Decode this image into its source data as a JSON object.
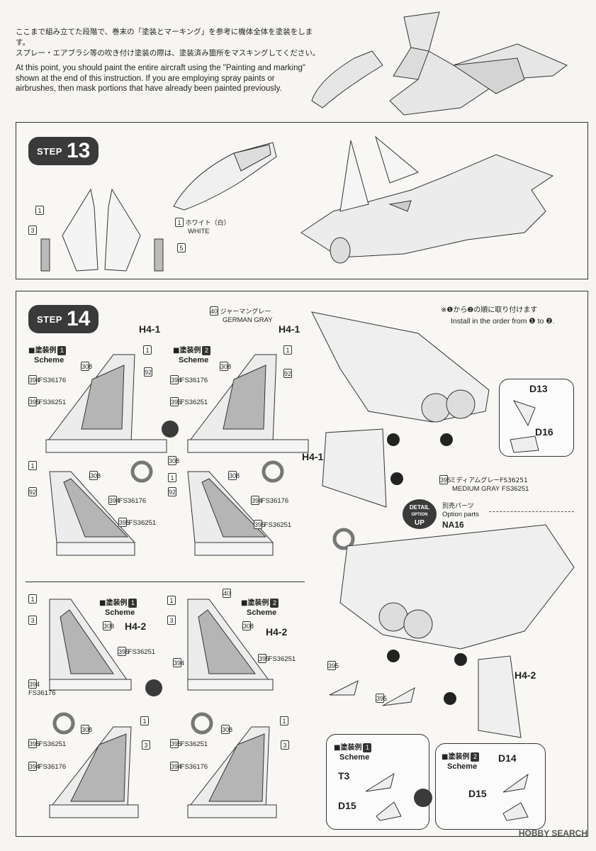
{
  "intro": {
    "jp_line1": "ここまで組み立てた段階で、巻末の「塗装とマーキング」を参考に機体全体を塗装をします。",
    "jp_line2": "スプレー・エアブラシ等の吹き付け塗装の際は、塗装済み箇所をマスキングしてください。",
    "en_line1": "At this point, you should paint the entire aircraft using the \"Painting and marking\"",
    "en_line2": "shown at the end of this instruction. If you are employing spray paints or",
    "en_line3": "airbrushes, then mask portions that have already been painted previously."
  },
  "step13": {
    "step_word": "STEP",
    "step_number": "13",
    "num_1a": "1",
    "num_3": "3",
    "num_1b": "1",
    "num_5": "5",
    "white_jp": "ホワイト（白）",
    "white_en": "WHITE"
  },
  "step14": {
    "step_word": "STEP",
    "step_number": "14",
    "german_gray_num": "40",
    "german_gray_jp": "ジャーマングレー",
    "german_gray_en": "GERMAN GRAY",
    "scheme_jp": "■塗装例",
    "scheme_en": "Scheme",
    "scheme1": "1",
    "scheme2": "2",
    "h41": "H4-1",
    "h42": "H4-2",
    "c308": "308",
    "c394": "394",
    "c395": "395",
    "c1": "1",
    "c92": "92",
    "c3": "3",
    "c40": "40",
    "fs36176": "FS36176",
    "fs36251": "FS36251",
    "order_jp": "※❶から❷の順に取り付けます",
    "order_en": "Install in the order from ❶ to ❷.",
    "d13": "D13",
    "d16": "D16",
    "d14": "D14",
    "d15": "D15",
    "t3": "T3",
    "mg_jp": "ミディアムグレーFS36251",
    "mg_en": "MEDIUM GRAY FS36251",
    "detail_top": "DETAIL",
    "detail_mid": "OPTION",
    "detail_bot": "UP",
    "option_jp": "別売パーツ",
    "option_en": "Option parts",
    "option_code": "NA16"
  },
  "footer": {
    "watermark": "HOBBY SEARCH"
  },
  "colors": {
    "ink": "#222222",
    "fill_light": "#d9d9d9",
    "fill_dark": "#a8a8a8",
    "badge": "#3a3a3a"
  }
}
